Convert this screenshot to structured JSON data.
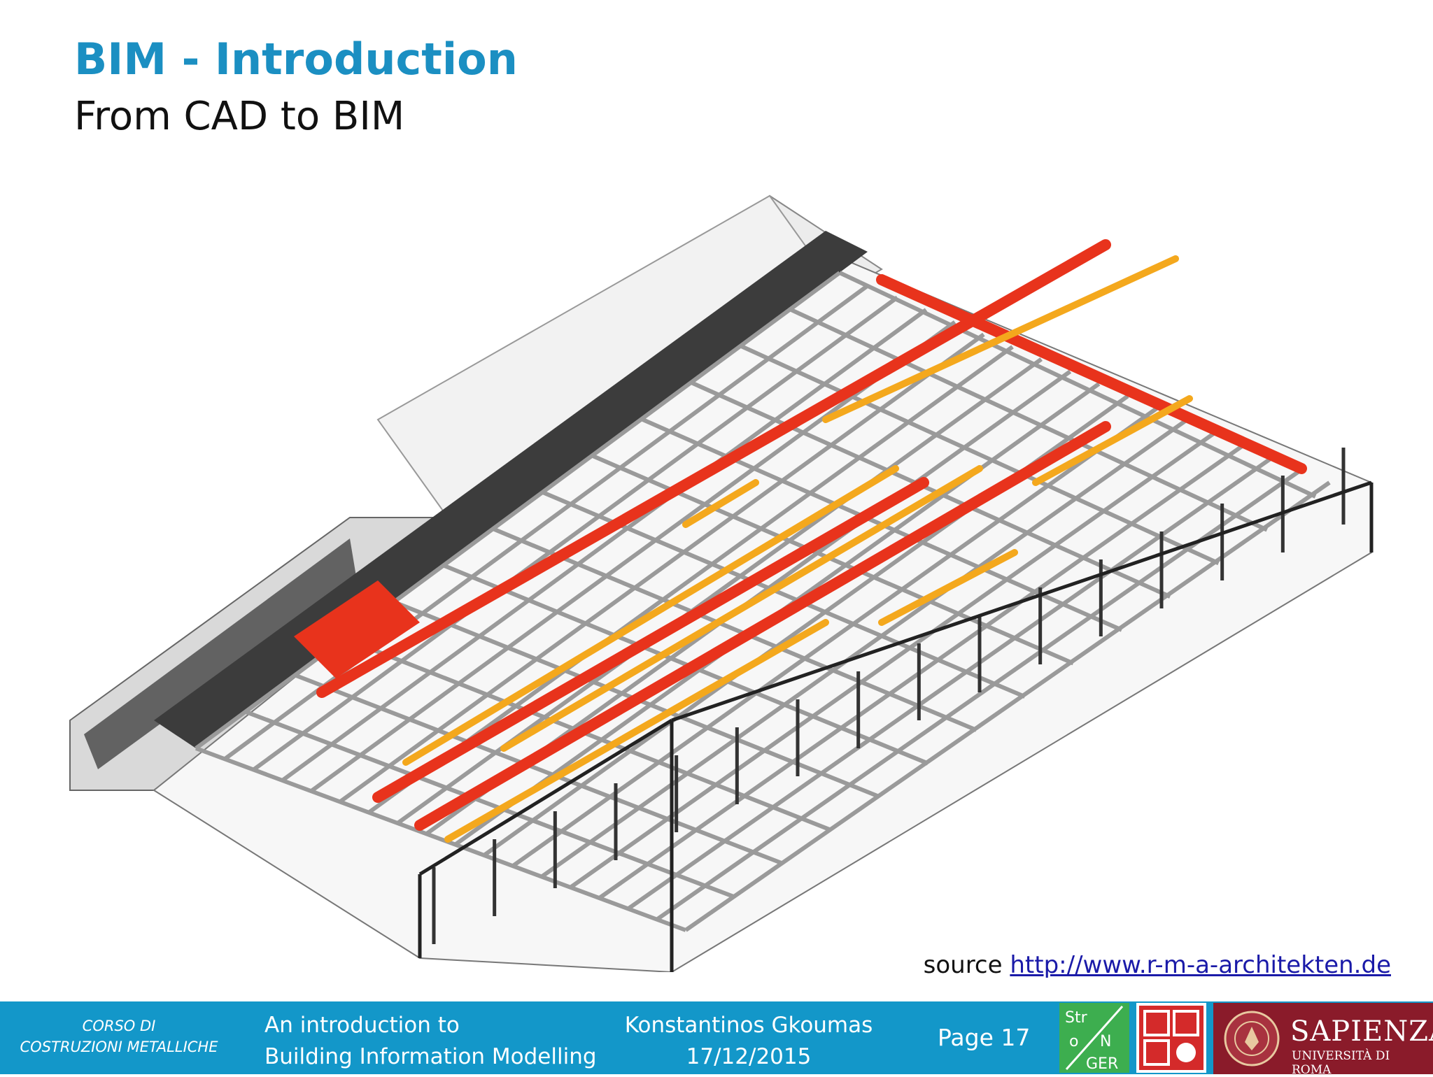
{
  "slide": {
    "title": "BIM - Introduction",
    "subtitle": "From CAD to BIM",
    "source_label": "source",
    "source_link": "http://www.r-m-a-architekten.de"
  },
  "footer": {
    "course_line1": "CORSO DI",
    "course_line2": "COSTRUZIONI METALLICHE",
    "talk_line1": "An introduction to",
    "talk_line2": "Building Information Modelling",
    "author": "Konstantinos Gkoumas",
    "date": "17/12/2015",
    "page": "Page 17"
  },
  "logos": {
    "stronger": {
      "row1": "Str",
      "row2a": "o",
      "row2b": "N",
      "row3": "GER"
    },
    "sapienza": {
      "name": "SAPIENZA",
      "university": "UNIVERSITÀ DI ROMA"
    }
  },
  "colors": {
    "accent": "#1b8fc2",
    "footer": "#1397c9",
    "duct_red": "#e8331c",
    "duct_orange": "#f4a81d",
    "sapienza_red": "#8a1b2a",
    "stronger_green": "#3dae4f"
  }
}
